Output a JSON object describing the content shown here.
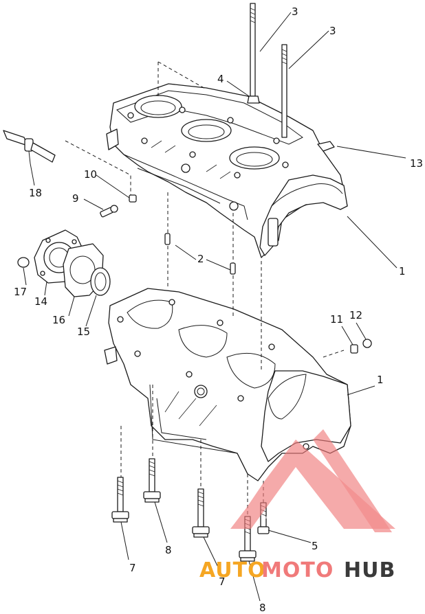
{
  "diagram": {
    "callouts": {
      "c1_upper": "1",
      "c1_lower": "1",
      "c2": "2",
      "c3_left": "3",
      "c3_right": "3",
      "c4": "4",
      "c5": "5",
      "c7_left": "7",
      "c7_right": "7",
      "c8_upper": "8",
      "c8_lower": "8",
      "c9": "9",
      "c10": "10",
      "c11": "11",
      "c12": "12",
      "c13": "13",
      "c14": "14",
      "c15": "15",
      "c16": "16",
      "c17": "17",
      "c18": "18"
    }
  },
  "watermark": {
    "part1": "AUTO",
    "part2": "MOTO",
    "part3": "HUB",
    "color_accent": "#f07a7a",
    "color_dark": "#3a3a3a",
    "color_orange": "#f5a623"
  }
}
